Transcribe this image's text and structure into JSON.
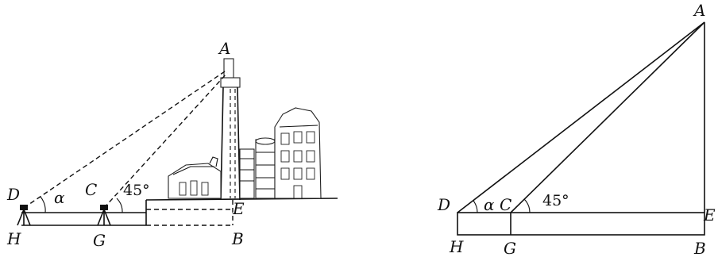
{
  "left_figure": {
    "labels": {
      "A": "A",
      "D": "D",
      "C": "C",
      "E": "E",
      "H": "H",
      "G": "G",
      "B": "B",
      "alpha": "α",
      "angle45": "45°"
    }
  },
  "right_figure": {
    "labels": {
      "A": "A",
      "D": "D",
      "C": "C",
      "E": "E",
      "H": "H",
      "G": "G",
      "B": "B",
      "alpha": "α",
      "angle45": "45°"
    }
  }
}
